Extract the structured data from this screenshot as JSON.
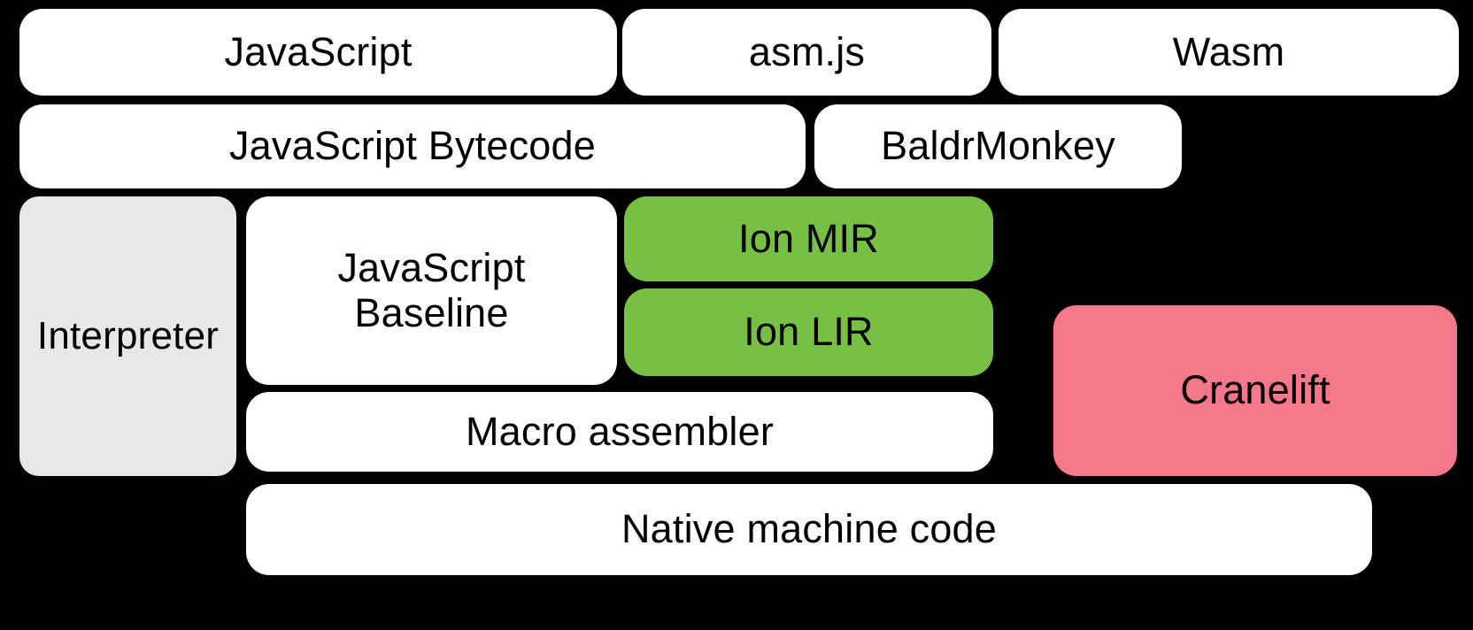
{
  "diagram": {
    "title": "SpiderMonkey compilation pipeline",
    "background_color": "#000000",
    "palette": {
      "white": "#FFFFFF",
      "gray": "#E8E8E8",
      "green": "#76C043",
      "pink": "#F5788A",
      "text": "#000000"
    },
    "rows": [
      {
        "name": "source-languages",
        "nodes": [
          {
            "id": "javascript",
            "label": "JavaScript",
            "color": "#FFFFFF"
          },
          {
            "id": "asmjs",
            "label": "asm.js",
            "color": "#FFFFFF"
          },
          {
            "id": "wasm",
            "label": "Wasm",
            "color": "#FFFFFF"
          }
        ]
      },
      {
        "name": "front-end-ir",
        "nodes": [
          {
            "id": "js-bytecode",
            "label": "JavaScript Bytecode",
            "color": "#FFFFFF"
          },
          {
            "id": "baldrmonkey",
            "label": "BaldrMonkey",
            "color": "#FFFFFF"
          }
        ]
      },
      {
        "name": "execution-tiers",
        "nodes": [
          {
            "id": "interpreter",
            "label": "Interpreter",
            "color": "#E8E8E8"
          },
          {
            "id": "js-baseline",
            "label": "JavaScript\nBaseline",
            "color": "#FFFFFF"
          },
          {
            "id": "ion-mir",
            "label": "Ion MIR",
            "color": "#76C043"
          },
          {
            "id": "ion-lir",
            "label": "Ion LIR",
            "color": "#76C043"
          },
          {
            "id": "cranelift",
            "label": "Cranelift",
            "color": "#F5788A"
          }
        ]
      },
      {
        "name": "code-generation",
        "nodes": [
          {
            "id": "macro-assembler",
            "label": "Macro assembler",
            "color": "#FFFFFF"
          }
        ]
      },
      {
        "name": "output",
        "nodes": [
          {
            "id": "native-code",
            "label": "Native machine code",
            "color": "#FFFFFF"
          }
        ]
      }
    ]
  }
}
